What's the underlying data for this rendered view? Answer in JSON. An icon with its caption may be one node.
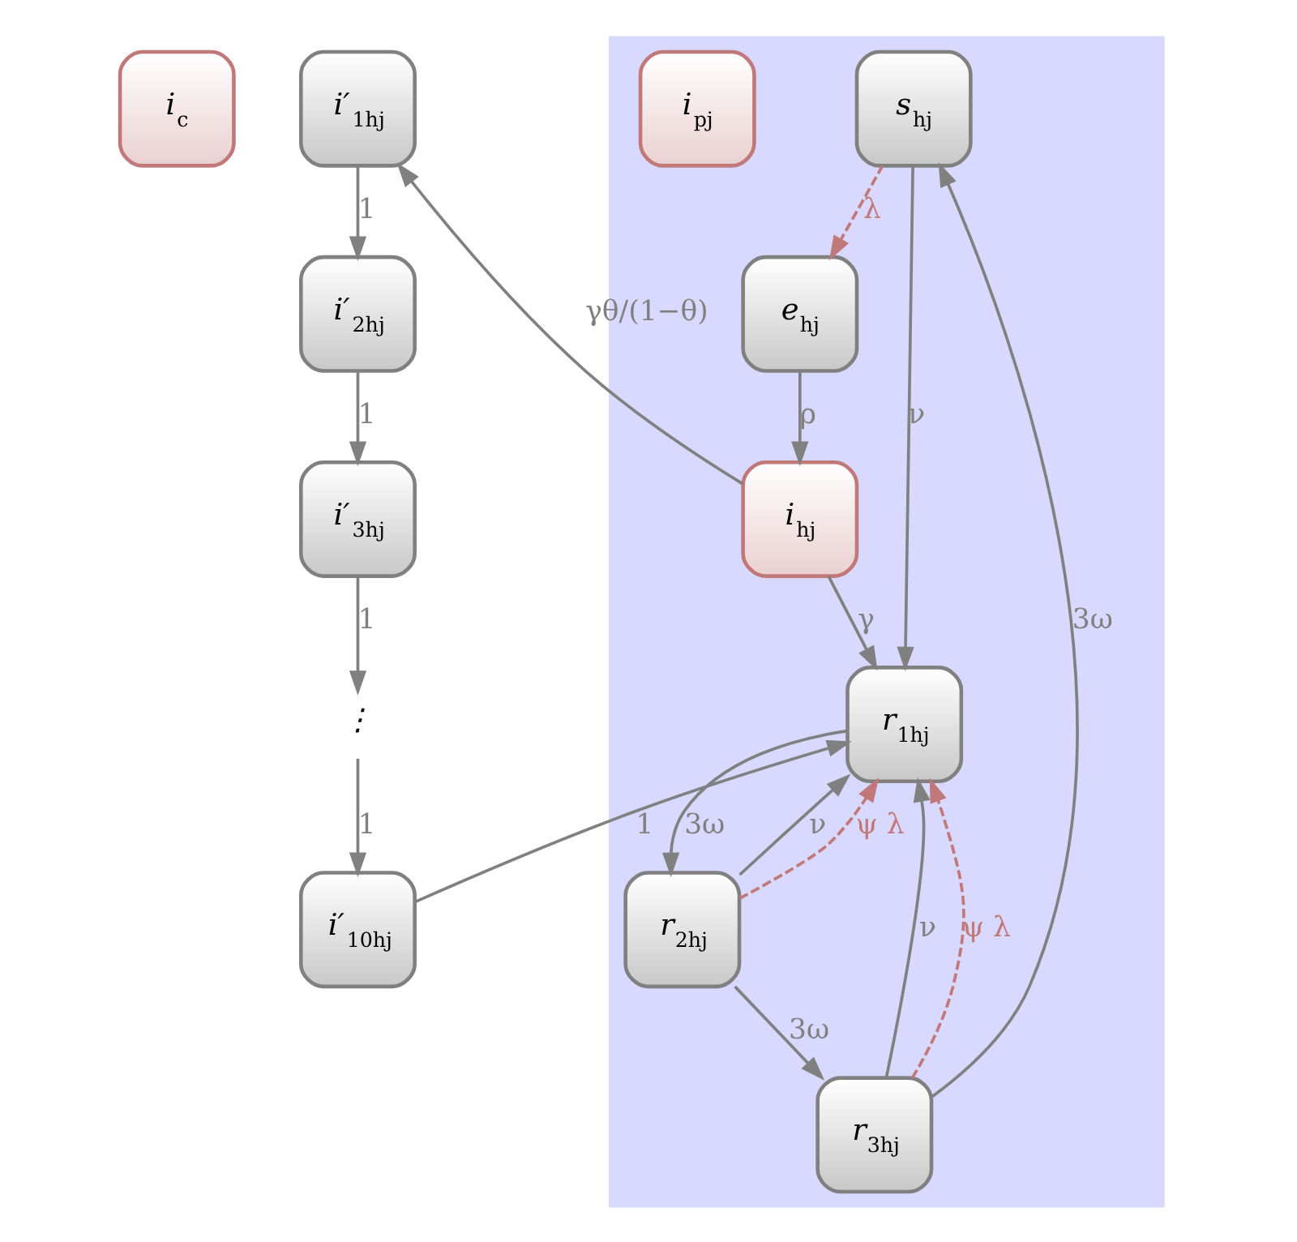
{
  "diagram": {
    "nodes": [
      {
        "text": [
          "i$_{c}$"
        ]
      },
      {
        "text": [
          "i′$_{1hj}$"
        ]
      },
      {
        "text": [
          "i′$_{2hj}$"
        ]
      },
      {
        "text": [
          "i′$_{3hj}$"
        ]
      },
      {
        "text": [
          "⋮"
        ]
      },
      {
        "text": [
          "i′$_{10hj}$"
        ]
      },
      {
        "text": [],
        "shape": "band"
      },
      {
        "text": [
          "s$_{hj}$"
        ],
        "in": 6
      },
      {
        "text": [
          "e$_{hj}$"
        ],
        "in": 6
      },
      {
        "text": [
          "i$_{hj}$"
        ],
        "in": 6
      },
      {
        "text": [
          "r$_{1hj}$"
        ],
        "in": 6
      },
      {
        "text": [
          "r$_{2hj}$"
        ],
        "in": 6
      },
      {
        "text": [
          "r$_{3hj}$"
        ],
        "in": 6
      },
      {
        "text": [
          "i$_{pj}$"
        ],
        "in": 6
      }
    ],
    "edges": [
      {
        "from": 7,
        "to": 8,
        "arrow": "to",
        "label": "λ",
        "style": "dashed",
        "color": "#c07878"
      },
      {
        "from": 8,
        "to": 9,
        "arrow": "to",
        "label": "ρ"
      },
      {
        "from": 9,
        "to": 10,
        "arrow": "to",
        "label": "γ"
      },
      {
        "from": 7,
        "to": 10,
        "arrow": "to",
        "label": "ν"
      },
      {
        "from": 9,
        "to": 1,
        "arrow": "to",
        "label": "γθ/(1−θ)"
      },
      {
        "from": 1,
        "to": 2,
        "arrow": "to",
        "label": "1"
      },
      {
        "from": 2,
        "to": 3,
        "arrow": "to",
        "label": "1"
      },
      {
        "from": 3,
        "to": 4,
        "arrow": "to",
        "label": "1"
      },
      {
        "from": 4,
        "to": 5,
        "arrow": "to",
        "label": "1"
      },
      {
        "from": 5,
        "to": 10,
        "arrow": "to",
        "label": "1"
      },
      {
        "from": 10,
        "to": 11,
        "arrow": "to",
        "label": "3ω"
      },
      {
        "from": 11,
        "to": 12,
        "arrow": "to",
        "label": "3ω"
      },
      {
        "from": 11,
        "to": 10,
        "arrow": "to",
        "label": "ν"
      },
      {
        "from": 11,
        "to": 10,
        "arrow": "to",
        "label": "ψ λ",
        "style": "dashed",
        "color": "#c07878"
      },
      {
        "from": 12,
        "to": 10,
        "arrow": "to",
        "label": "ν"
      },
      {
        "from": 12,
        "to": 10,
        "arrow": "to",
        "label": "ψ λ",
        "style": "dashed",
        "color": "#c07878"
      },
      {
        "from": 12,
        "to": 7,
        "arrow": "to",
        "label": "3ω"
      }
    ]
  }
}
